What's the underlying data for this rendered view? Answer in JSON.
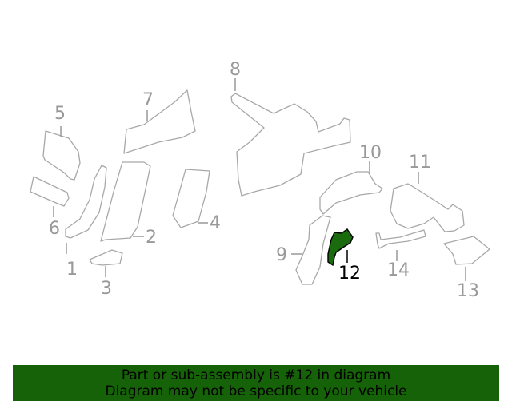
{
  "diagram": {
    "highlighted_part": "12",
    "colors": {
      "line": "#a0a0a0",
      "highlight_fill": "#1a6a0e",
      "highlight_stroke": "#000000",
      "banner_bg": "#166208"
    },
    "callouts": [
      {
        "num": "1"
      },
      {
        "num": "2"
      },
      {
        "num": "3"
      },
      {
        "num": "4"
      },
      {
        "num": "5"
      },
      {
        "num": "6"
      },
      {
        "num": "7"
      },
      {
        "num": "8"
      },
      {
        "num": "9"
      },
      {
        "num": "10"
      },
      {
        "num": "11"
      },
      {
        "num": "12"
      },
      {
        "num": "13"
      },
      {
        "num": "14"
      }
    ]
  },
  "banner": {
    "line1": "Part or sub-assembly is #12 in diagram",
    "line2": "Diagram may not be specific to your vehicle"
  }
}
